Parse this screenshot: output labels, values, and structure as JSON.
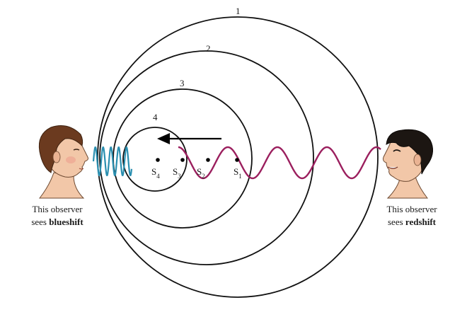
{
  "wavefronts": [
    {
      "label": "1"
    },
    {
      "label": "2"
    },
    {
      "label": "3"
    },
    {
      "label": "4"
    }
  ],
  "source_positions": [
    {
      "letter": "S",
      "sub": "1"
    },
    {
      "letter": "S",
      "sub": "2"
    },
    {
      "letter": "S",
      "sub": "3"
    },
    {
      "letter": "S",
      "sub": "4"
    }
  ],
  "left_observer": {
    "line1": "This observer",
    "line2_prefix": "sees ",
    "line2_bold": "blueshift"
  },
  "right_observer": {
    "line1": "This observer",
    "line2_prefix": "sees ",
    "line2_bold": "redshift"
  },
  "colors": {
    "blue_wave": "#2a8fb0",
    "red_wave": "#9b1f5e",
    "circles": "#111111",
    "arrow": "#000000",
    "skin": "#f2c7a8",
    "hair_left": "#6b3a1f",
    "hair_right": "#1c1612"
  }
}
